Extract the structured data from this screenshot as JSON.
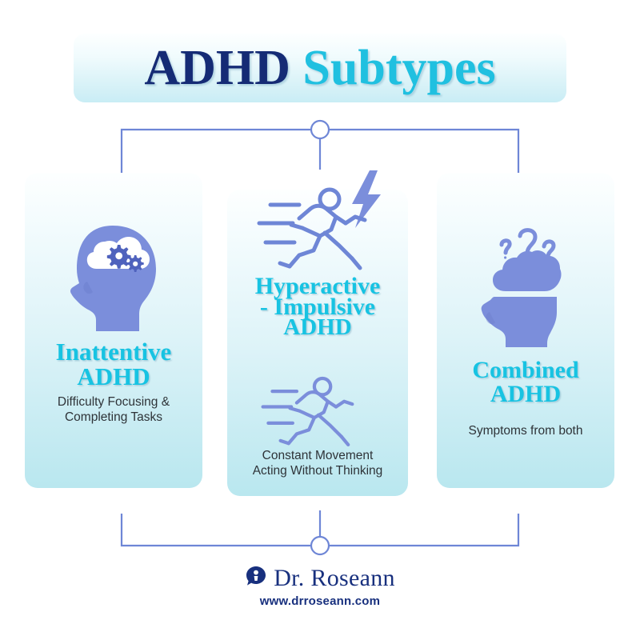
{
  "header": {
    "title_part1": "ADHD",
    "title_part2": "Subtypes",
    "title_full": "ADHD Subtypes",
    "color_navy": "#152b75",
    "color_cyan": "#20c0e0"
  },
  "theme": {
    "accent_cyan": "#17c3e2",
    "icon_periwinkle": "#7b8edb",
    "navy": "#18307e",
    "connector_blue": "#6e86d6",
    "card_gradient_top": "#fdffff",
    "card_gradient_bottom": "#b9e7ef",
    "body_text": "#2e3338"
  },
  "cards": [
    {
      "id": "inattentive",
      "icon": "head-with-gear-brain-icon",
      "title_line1": "Inattentive",
      "title_line2": "ADHD",
      "description_line1": "Difficulty Focusing &",
      "description_line2": "Completing Tasks"
    },
    {
      "id": "hyperactive-impulsive",
      "icon_top": "running-person-with-lightning-icon",
      "icon_bottom": "running-person-icon",
      "title_line1": "Hyperactive",
      "title_line2": "- Impulsive",
      "title_line3": "ADHD",
      "description_line1": "Constant Movement",
      "description_line2": "Acting Without Thinking"
    },
    {
      "id": "combined",
      "icon": "open-head-with-questions-icon",
      "title_line1": "Combined",
      "title_line2": "ADHD",
      "description_line1": "Symptoms from both"
    }
  ],
  "footer": {
    "brand_name": "Dr. Roseann",
    "website": "www.drroseann.com",
    "logo_icon": "speech-bubble-person-logo"
  }
}
